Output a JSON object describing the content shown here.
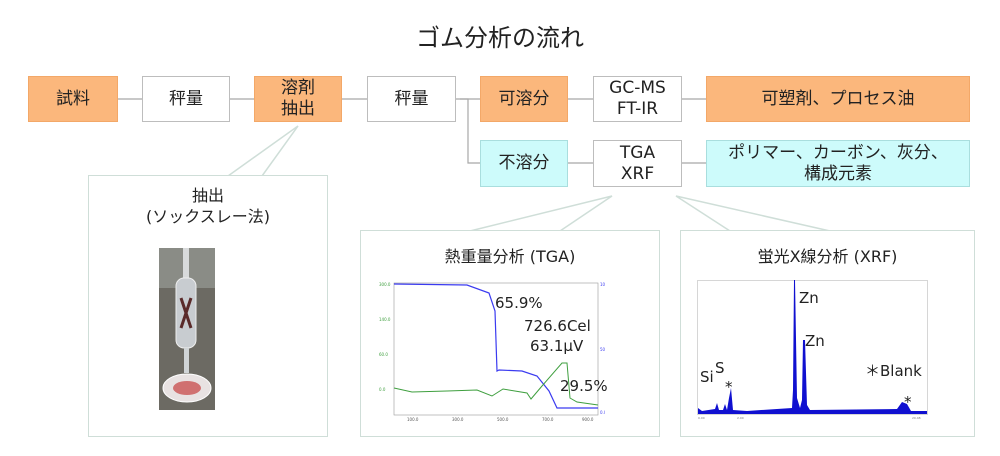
{
  "title": "ゴム分析の流れ",
  "flow": {
    "sample": "試料",
    "weigh1": "秤量",
    "extract_1": "溶剤",
    "extract_2": "抽出",
    "weigh2": "秤量",
    "soluble": "可溶分",
    "gcms_1": "GC-MS",
    "gcms_2": "FT-IR",
    "soluble_result": "可塑剤、プロセス油",
    "insoluble": "不溶分",
    "tga_1": "TGA",
    "tga_2": "XRF",
    "insoluble_result_1": "ポリマー、カーボン、灰分、",
    "insoluble_result_2": "構成元素"
  },
  "extraction_panel": {
    "title_1": "抽出",
    "title_2": "(ソックスレー法)"
  },
  "tga_panel": {
    "title": "熱重量分析 (TGA)",
    "labels": {
      "a": "65.9%",
      "b": "726.6Cel",
      "c": "63.1µV",
      "d": "29.5%"
    }
  },
  "xrf_panel": {
    "title": "蛍光X線分析 (XRF)",
    "labels": {
      "zn1": "Zn",
      "zn2": "Zn",
      "si": "Si",
      "s": "S",
      "star": "*",
      "blank": "＊Blank",
      "star2": "*"
    }
  },
  "colors": {
    "orange": "#fbb77c",
    "cyan": "#cdfbfb",
    "tga_blue": "#3b3bf0",
    "tga_green": "#3f9f3f",
    "xrf_blue": "#1010d0"
  }
}
